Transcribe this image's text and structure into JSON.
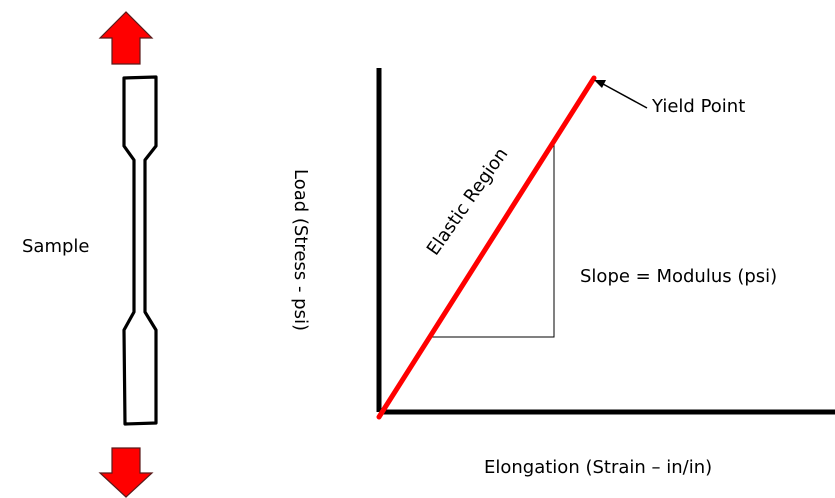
{
  "labels": {
    "sample": "Sample",
    "yield_point": "Yield Point",
    "elastic_region": "Elastic Region",
    "slope": "Slope = Modulus (psi)",
    "x_axis": "Elongation (Strain – in/in)",
    "y_axis": "Load (Stress - psi)"
  },
  "colors": {
    "arrow": "#FF0000",
    "elastic_line": "#FF0000",
    "axis": "#000000",
    "background": "#FFFFFF"
  },
  "icons": {
    "top_arrow": "arrow-up-icon",
    "bottom_arrow": "arrow-down-icon"
  }
}
